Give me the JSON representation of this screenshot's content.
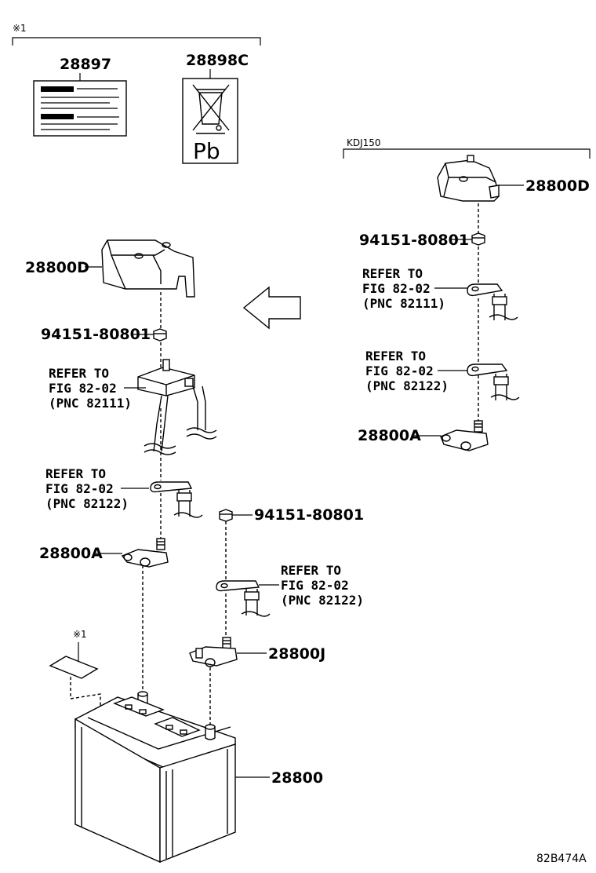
{
  "note_mark": "※1",
  "note_mark_small": "※1",
  "variant_label": "KDJ150",
  "figure_code": "82B474A",
  "labels_group": {
    "caution_label_pn": "28897",
    "recycle_label_pn": "28898C",
    "recycle_label_text": "Pb"
  },
  "parts": {
    "cover_main": "28800D",
    "cover_variant": "28800D",
    "nut_main": "94151-80801",
    "nut_variant": "94151-80801",
    "nut_negative": "94151-80801",
    "clamp_pos_main": "28800A",
    "clamp_pos_variant": "28800A",
    "clamp_neg": "28800J",
    "battery": "28800"
  },
  "refs": {
    "ref_a": [
      "REFER TO",
      "FIG 82-02",
      "(PNC 82111)"
    ],
    "ref_b": [
      "REFER TO",
      "FIG 82-02",
      "(PNC 82122)"
    ],
    "ref_c": [
      "REFER TO",
      "FIG 82-02",
      "(PNC 82122)"
    ],
    "ref_d": [
      "REFER TO",
      "FIG 82-02",
      "(PNC 82111)"
    ],
    "ref_e": [
      "REFER TO",
      "FIG 82-02",
      "(PNC 82122)"
    ]
  }
}
